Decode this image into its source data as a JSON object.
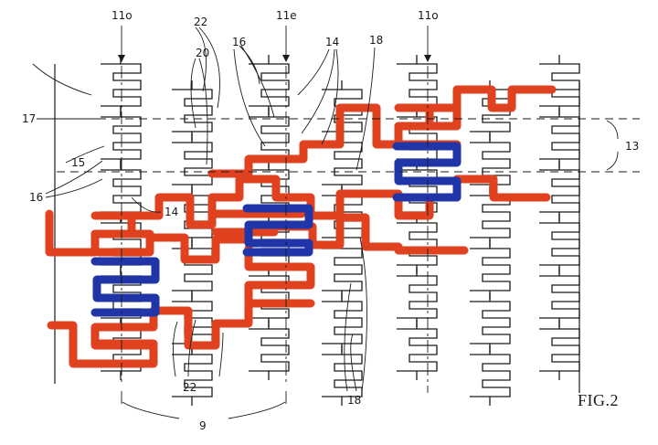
{
  "figure": {
    "caption": "FIG.2"
  },
  "colors": {
    "ink": "#1a1a1a",
    "red_path": "#e0411f",
    "blue_path": "#1f35a8",
    "background": "#ffffff"
  },
  "column_labels": [
    {
      "id": "col-left",
      "text": "11o"
    },
    {
      "id": "col-mid",
      "text": "11e"
    },
    {
      "id": "col-right",
      "text": "11o"
    }
  ],
  "reference_labels": {
    "n22_top": "22",
    "n20": "20",
    "n16_top": "16",
    "n14_top": "14",
    "n18_top": "18",
    "n17": "17",
    "n15": "15",
    "n16_left": "16",
    "n14_left": "14",
    "n13": "13",
    "n22_bottom": "22",
    "n18_bottom": "18",
    "n9": "9"
  }
}
